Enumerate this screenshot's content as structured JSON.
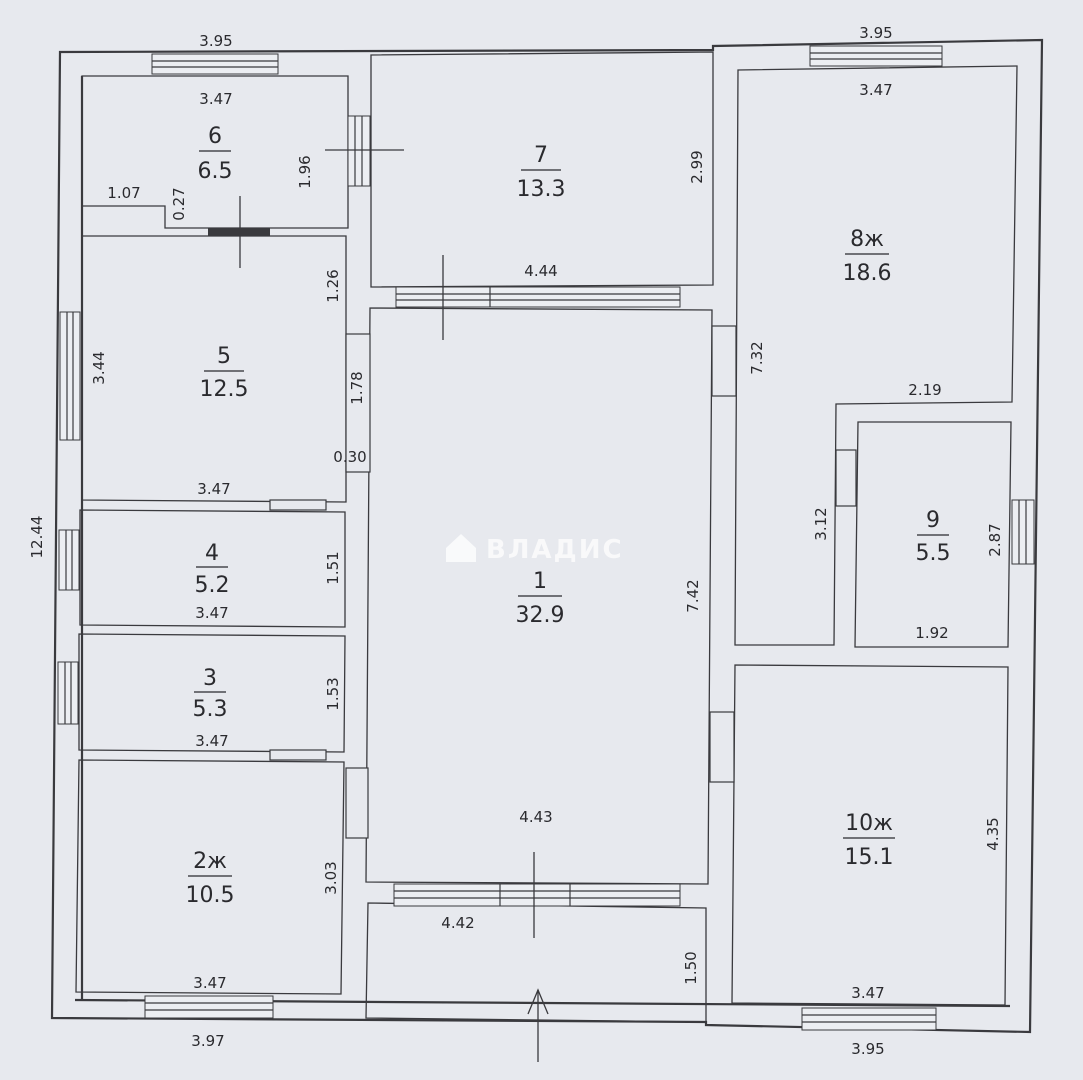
{
  "watermark": {
    "text": "ВЛАДИС",
    "icon": "house-icon"
  },
  "rooms": [
    {
      "id": "room-6",
      "number": "6",
      "area": "6.5"
    },
    {
      "id": "room-7",
      "number": "7",
      "area": "13.3"
    },
    {
      "id": "room-8",
      "number": "8ж",
      "area": "18.6"
    },
    {
      "id": "room-5",
      "number": "5",
      "area": "12.5"
    },
    {
      "id": "room-1",
      "number": "1",
      "area": "32.9"
    },
    {
      "id": "room-9",
      "number": "9",
      "area": "5.5"
    },
    {
      "id": "room-4",
      "number": "4",
      "area": "5.2"
    },
    {
      "id": "room-3",
      "number": "3",
      "area": "5.3"
    },
    {
      "id": "room-2",
      "number": "2ж",
      "area": "10.5"
    },
    {
      "id": "room-10",
      "number": "10ж",
      "area": "15.1"
    }
  ],
  "dimensions": {
    "top_left_outer": "3.95",
    "top_right_outer": "3.95",
    "room6_width": "3.47",
    "room6_step": "1.07",
    "room6_step_depth": "0.27",
    "room6_height": "1.96",
    "room7_height": "2.99",
    "room7_width": "4.44",
    "room8_width": "3.47",
    "room8_height": "7.32",
    "room8_notch": "2.19",
    "room5_height_upper": "1.26",
    "room5_height": "3.44",
    "corridor_gap": "1.78",
    "wall_thickness": "0.30",
    "room5_width": "3.47",
    "total_height": "12.44",
    "room4_height": "1.51",
    "room4_width": "3.47",
    "room3_height": "1.53",
    "room3_width": "3.47",
    "room9_left": "3.12",
    "room9_right": "2.87",
    "room9_width": "1.92",
    "room1_height": "7.42",
    "room1_width": "4.43",
    "room2_height": "3.03",
    "room2_width": "3.47",
    "porch_width": "4.42",
    "porch_depth": "1.50",
    "room10_height": "4.35",
    "room10_width": "3.47",
    "bottom_left_outer": "3.97",
    "bottom_right_outer": "3.95"
  }
}
